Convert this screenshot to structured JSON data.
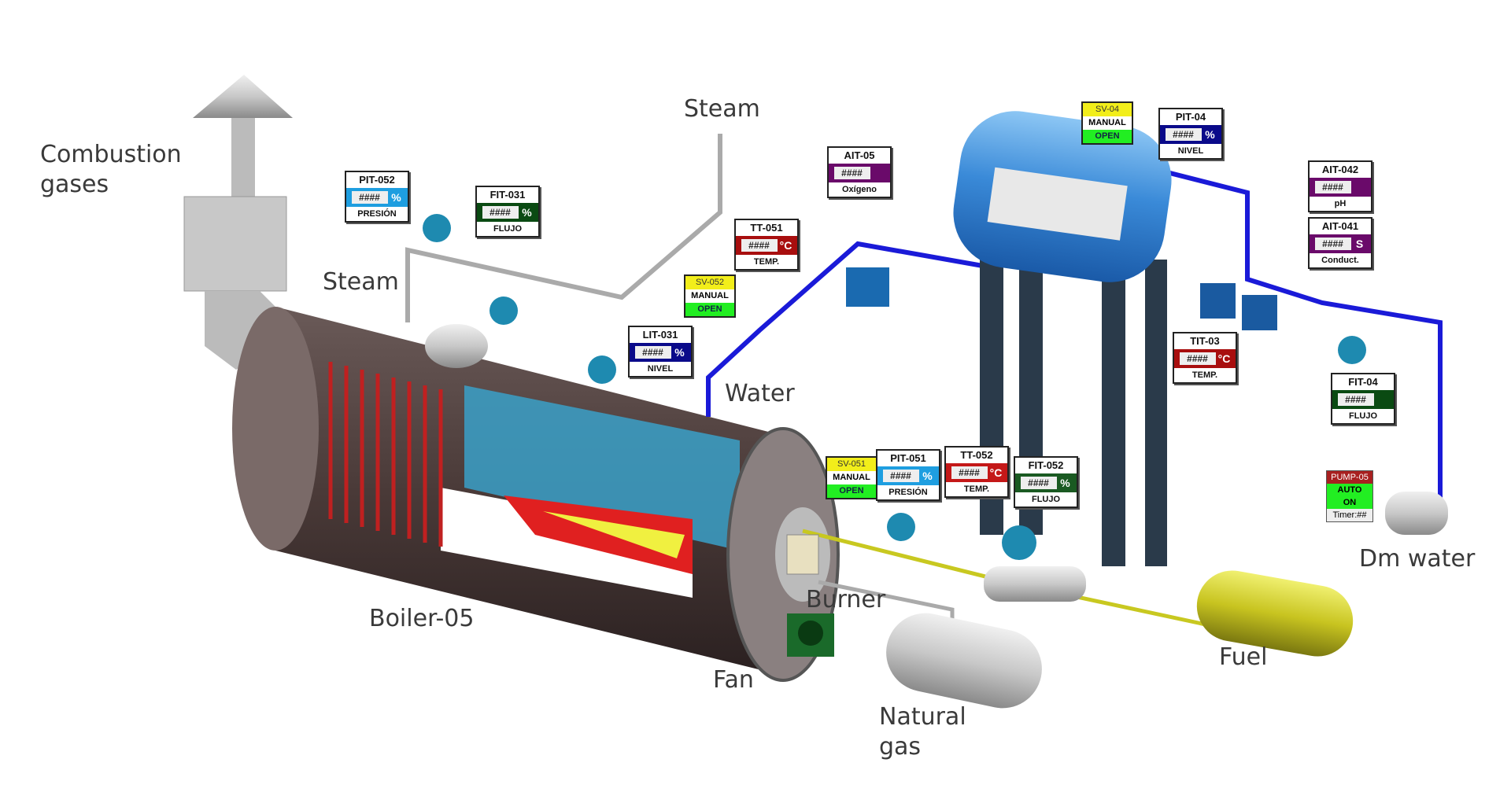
{
  "labels": {
    "combustion_gases": "Combustion\ngases",
    "steam_top": "Steam",
    "steam_left": "Steam",
    "water": "Water",
    "boiler": "Boiler-05",
    "burner": "Burner",
    "fan": "Fan",
    "natural_gas": "Natural\ngas",
    "fuel": "Fuel",
    "dm_water": "Dm water"
  },
  "tags": [
    {
      "id": "PIT-052",
      "value": "####",
      "unit": "%",
      "footer": "PRESIÓN",
      "color": "#1e9ee0"
    },
    {
      "id": "FIT-031",
      "value": "####",
      "unit": "%",
      "footer": "FLUJO",
      "color": "#0a4a12"
    },
    {
      "id": "TT-051",
      "value": "####",
      "unit": "°C",
      "footer": "TEMP.",
      "color": "#a80e0e"
    },
    {
      "id": "LIT-031",
      "value": "####",
      "unit": "%",
      "footer": "NIVEL",
      "color": "#0a0a8a"
    },
    {
      "id": "AIT-05",
      "value": "####",
      "unit": "",
      "footer": "Oxígeno",
      "color": "#6a0a6a"
    },
    {
      "id": "PIT-04",
      "value": "####",
      "unit": "%",
      "footer": "NIVEL",
      "color": "#0a0a8a"
    },
    {
      "id": "AIT-042",
      "value": "####",
      "unit": "",
      "footer": "pH",
      "color": "#6a0a6a"
    },
    {
      "id": "AIT-041",
      "value": "####",
      "unit": "S",
      "footer": "Conduct.",
      "color": "#6a0a6a"
    },
    {
      "id": "TIT-03",
      "value": "####",
      "unit": "°C",
      "footer": "TEMP.",
      "color": "#a80e0e"
    },
    {
      "id": "FIT-04",
      "value": "####",
      "unit": "",
      "footer": "FLUJO",
      "color": "#0a4a12"
    },
    {
      "id": "PIT-051",
      "value": "####",
      "unit": "%",
      "footer": "PRESIÓN",
      "color": "#1e9ee0"
    },
    {
      "id": "TT-052",
      "value": "####",
      "unit": "°C",
      "footer": "TEMP.",
      "color": "#c41818"
    },
    {
      "id": "FIT-052",
      "value": "####",
      "unit": "%",
      "footer": "FLUJO",
      "color": "#1a5a22"
    }
  ],
  "valves": [
    {
      "id": "SV-052",
      "mode": "MANUAL",
      "state": "OPEN"
    },
    {
      "id": "SV-04",
      "mode": "MANUAL",
      "state": "OPEN"
    },
    {
      "id": "SV-051",
      "mode": "MANUAL",
      "state": "OPEN"
    }
  ],
  "pump": {
    "id": "PUMP-05",
    "mode": "AUTO",
    "state": "ON",
    "timer": "Timer:##"
  },
  "colors": {
    "water_pipe": "#1a1ad8",
    "fuel_pipe": "#c8c820",
    "boiler_shell": "#5a4a48",
    "tank": "#3a8ad8"
  }
}
